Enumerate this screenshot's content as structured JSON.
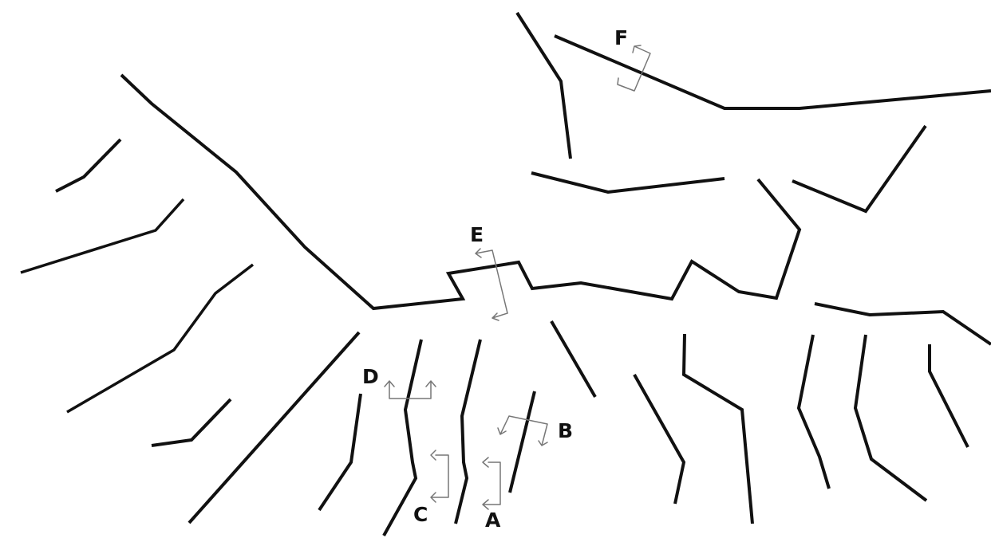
{
  "colors": {
    "background": "#ffffff",
    "line": "#111111",
    "arrow": "#777777",
    "label": "#111111"
  },
  "labels": {
    "a": "A",
    "b": "B",
    "c": "C",
    "d": "D",
    "e": "E",
    "f": "F"
  }
}
